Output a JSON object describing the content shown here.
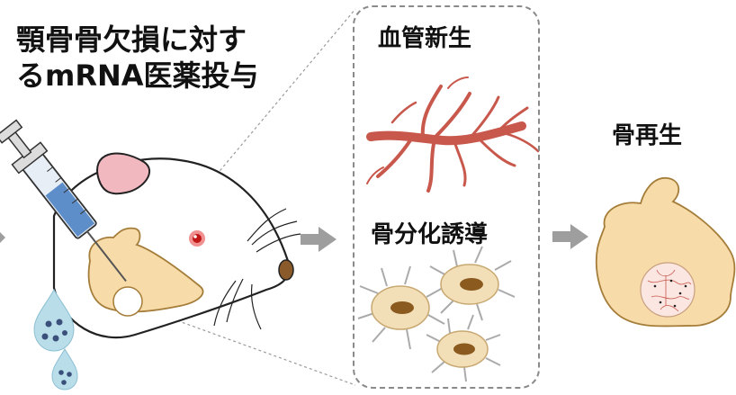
{
  "title_line1": "顎骨骨欠損に対す",
  "title_line2": "るmRNA医薬投与",
  "labels": {
    "angiogenesis": "血管新生",
    "osteogenic_induction": "骨分化誘導",
    "bone_regeneration": "骨再生"
  },
  "colors": {
    "bone": "#f7dba8",
    "bone_outline": "#a57d3a",
    "vessel": "#c8584c",
    "cell_body": "#f3dfb7",
    "cell_nucleus": "#8a5a1f",
    "arrow": "#9e9e9e",
    "droplet": "#b9dde9",
    "syringe_fluid": "#5e8ec9"
  }
}
